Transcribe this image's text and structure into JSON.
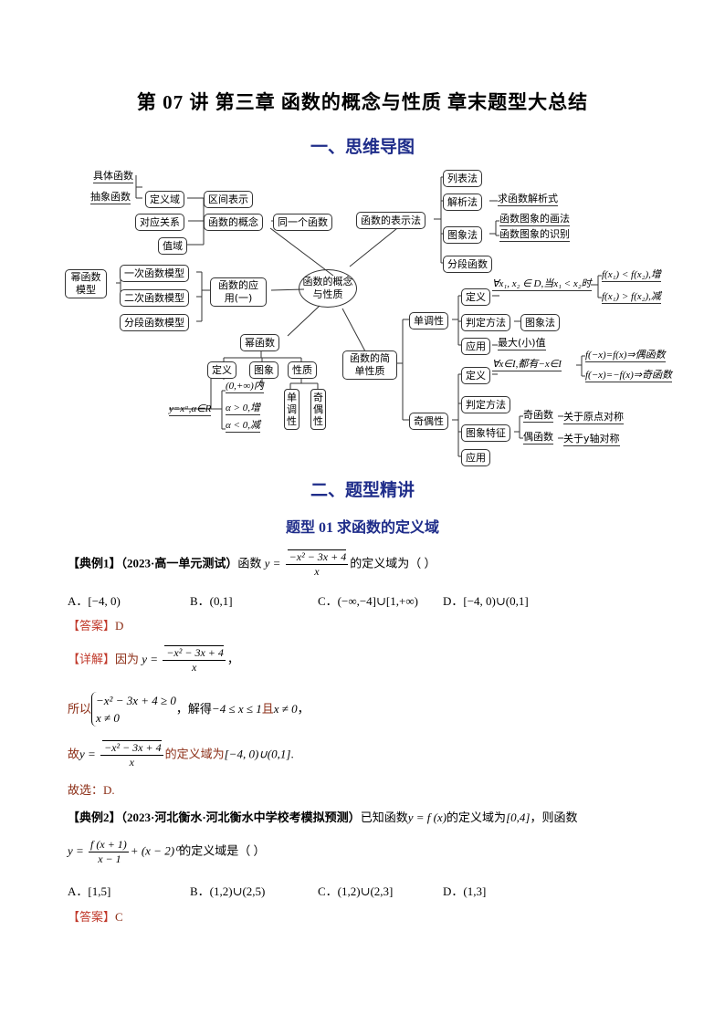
{
  "title": "第 07 讲  第三章  函数的概念与性质  章末题型大总结",
  "section1": "一、思维导图",
  "section2": "二、题型精讲",
  "topic1": "题型 01 求函数的定义域",
  "mindmap": {
    "center": "函数的概念与性质",
    "concept": "函数的概念",
    "same_function": "同一个函数",
    "domain": "定义域",
    "interval": "区间表示",
    "correspondence": "对应关系",
    "range": "值域",
    "concrete_fn": "具体函数",
    "abstract_fn": "抽象函数",
    "representation": "函数的表示法",
    "list_method": "列表法",
    "analytic_method": "解析法",
    "find_expression": "求函数解析式",
    "graph_method": "图象法",
    "graph_drawing": "函数图象的画法",
    "graph_recognition": "函数图象的识别",
    "piecewise": "分段函数",
    "application": "函数的应用(一)",
    "linear_model": "一次函数模型",
    "quadratic_model": "二次函数模型",
    "piecewise_model": "分段函数模型",
    "power_model": "幂函数模型",
    "power_fn": "幂函数",
    "pf_definition": "定义",
    "pf_graph": "图象",
    "pf_property": "性质",
    "pf_monotonic": "单调性",
    "pf_parity": "奇偶性",
    "pf_interval": "(0,+∞)内",
    "pf_increasing": "α > 0,增",
    "pf_decreasing": "α < 0,减",
    "pf_formula": "y=xᵅ,α∈R",
    "simple_props": "函数的简单性质",
    "monotonicity": "单调性",
    "mono_def": "定义",
    "mono_def_cond": "∀x₁, x₂ ∈ D,当x₁ < x₂时",
    "mono_inc": "f(x₁) < f(x₂),增",
    "mono_dec": "f(x₁) > f(x₂),减",
    "mono_judge": "判定方法",
    "mono_image": "图象法",
    "mono_app": "应用",
    "mono_maxmin": "最大(小)值",
    "parity": "奇偶性",
    "par_def": "定义",
    "par_def_cond": "∀x∈I,都有−x∈I",
    "par_even": "f(−x)=f(x)⇒偶函数",
    "par_odd": "f(−x)=−f(x)⇒奇函数",
    "par_judge": "判定方法",
    "par_feature": "图象特征",
    "par_odd_fn": "奇函数",
    "par_odd_sym": "关于原点对称",
    "par_even_fn": "偶函数",
    "par_even_sym": "关于y轴对称",
    "par_app": "应用"
  },
  "ex1": {
    "label": "【典例1】",
    "source": "（2023·高一单元测试）",
    "stem_pre": "函数",
    "stem_y": "y =",
    "numerator": "−x² − 3x + 4",
    "denominator": "x",
    "stem_post": "的定义域为（    ）",
    "optA": "A．[−4, 0)",
    "optB": "B．(0,1]",
    "optC": "C．(−∞,−4]∪[1,+∞)",
    "optD": "D．[−4, 0)∪(0,1]",
    "answer_label": "【答案】",
    "answer": "D",
    "detail_label": "【详解】",
    "detail_pre": "因为",
    "detail_post": "，",
    "so": "所以",
    "sys1": "−x² − 3x + 4 ≥ 0",
    "sys2": "x ≠ 0",
    "solve": "，解得",
    "solve_res": "−4 ≤ x ≤ 1",
    "and": "且",
    "neq": "x ≠ 0",
    "comma": "，",
    "therefore": "故",
    "domain_is": "的定义域为",
    "domain_val": "[−4, 0)∪(0,1]",
    "period": ".",
    "choose": "故选：D."
  },
  "ex2": {
    "label": "【典例2】",
    "source": "（2023·河北衡水·河北衡水中学校考模拟预测）",
    "stem_pre": "已知函数",
    "fx": "y = f (x)",
    "domain_is": "的定义域为",
    "domain_val": "[0,4]",
    "stem_mid": "，则函数",
    "y_eq": "y =",
    "numerator": "f (x + 1)",
    "denominator": "x − 1",
    "tail": "+ (x − 2)⁰",
    "stem_post": "的定义域是（    ）",
    "optA": "A．[1,5]",
    "optB": "B．(1,2)∪(2,5)",
    "optC": "C．(1,2)∪(2,3]",
    "optD": "D．(1,3]",
    "answer_label": "【答案】",
    "answer": "C"
  }
}
